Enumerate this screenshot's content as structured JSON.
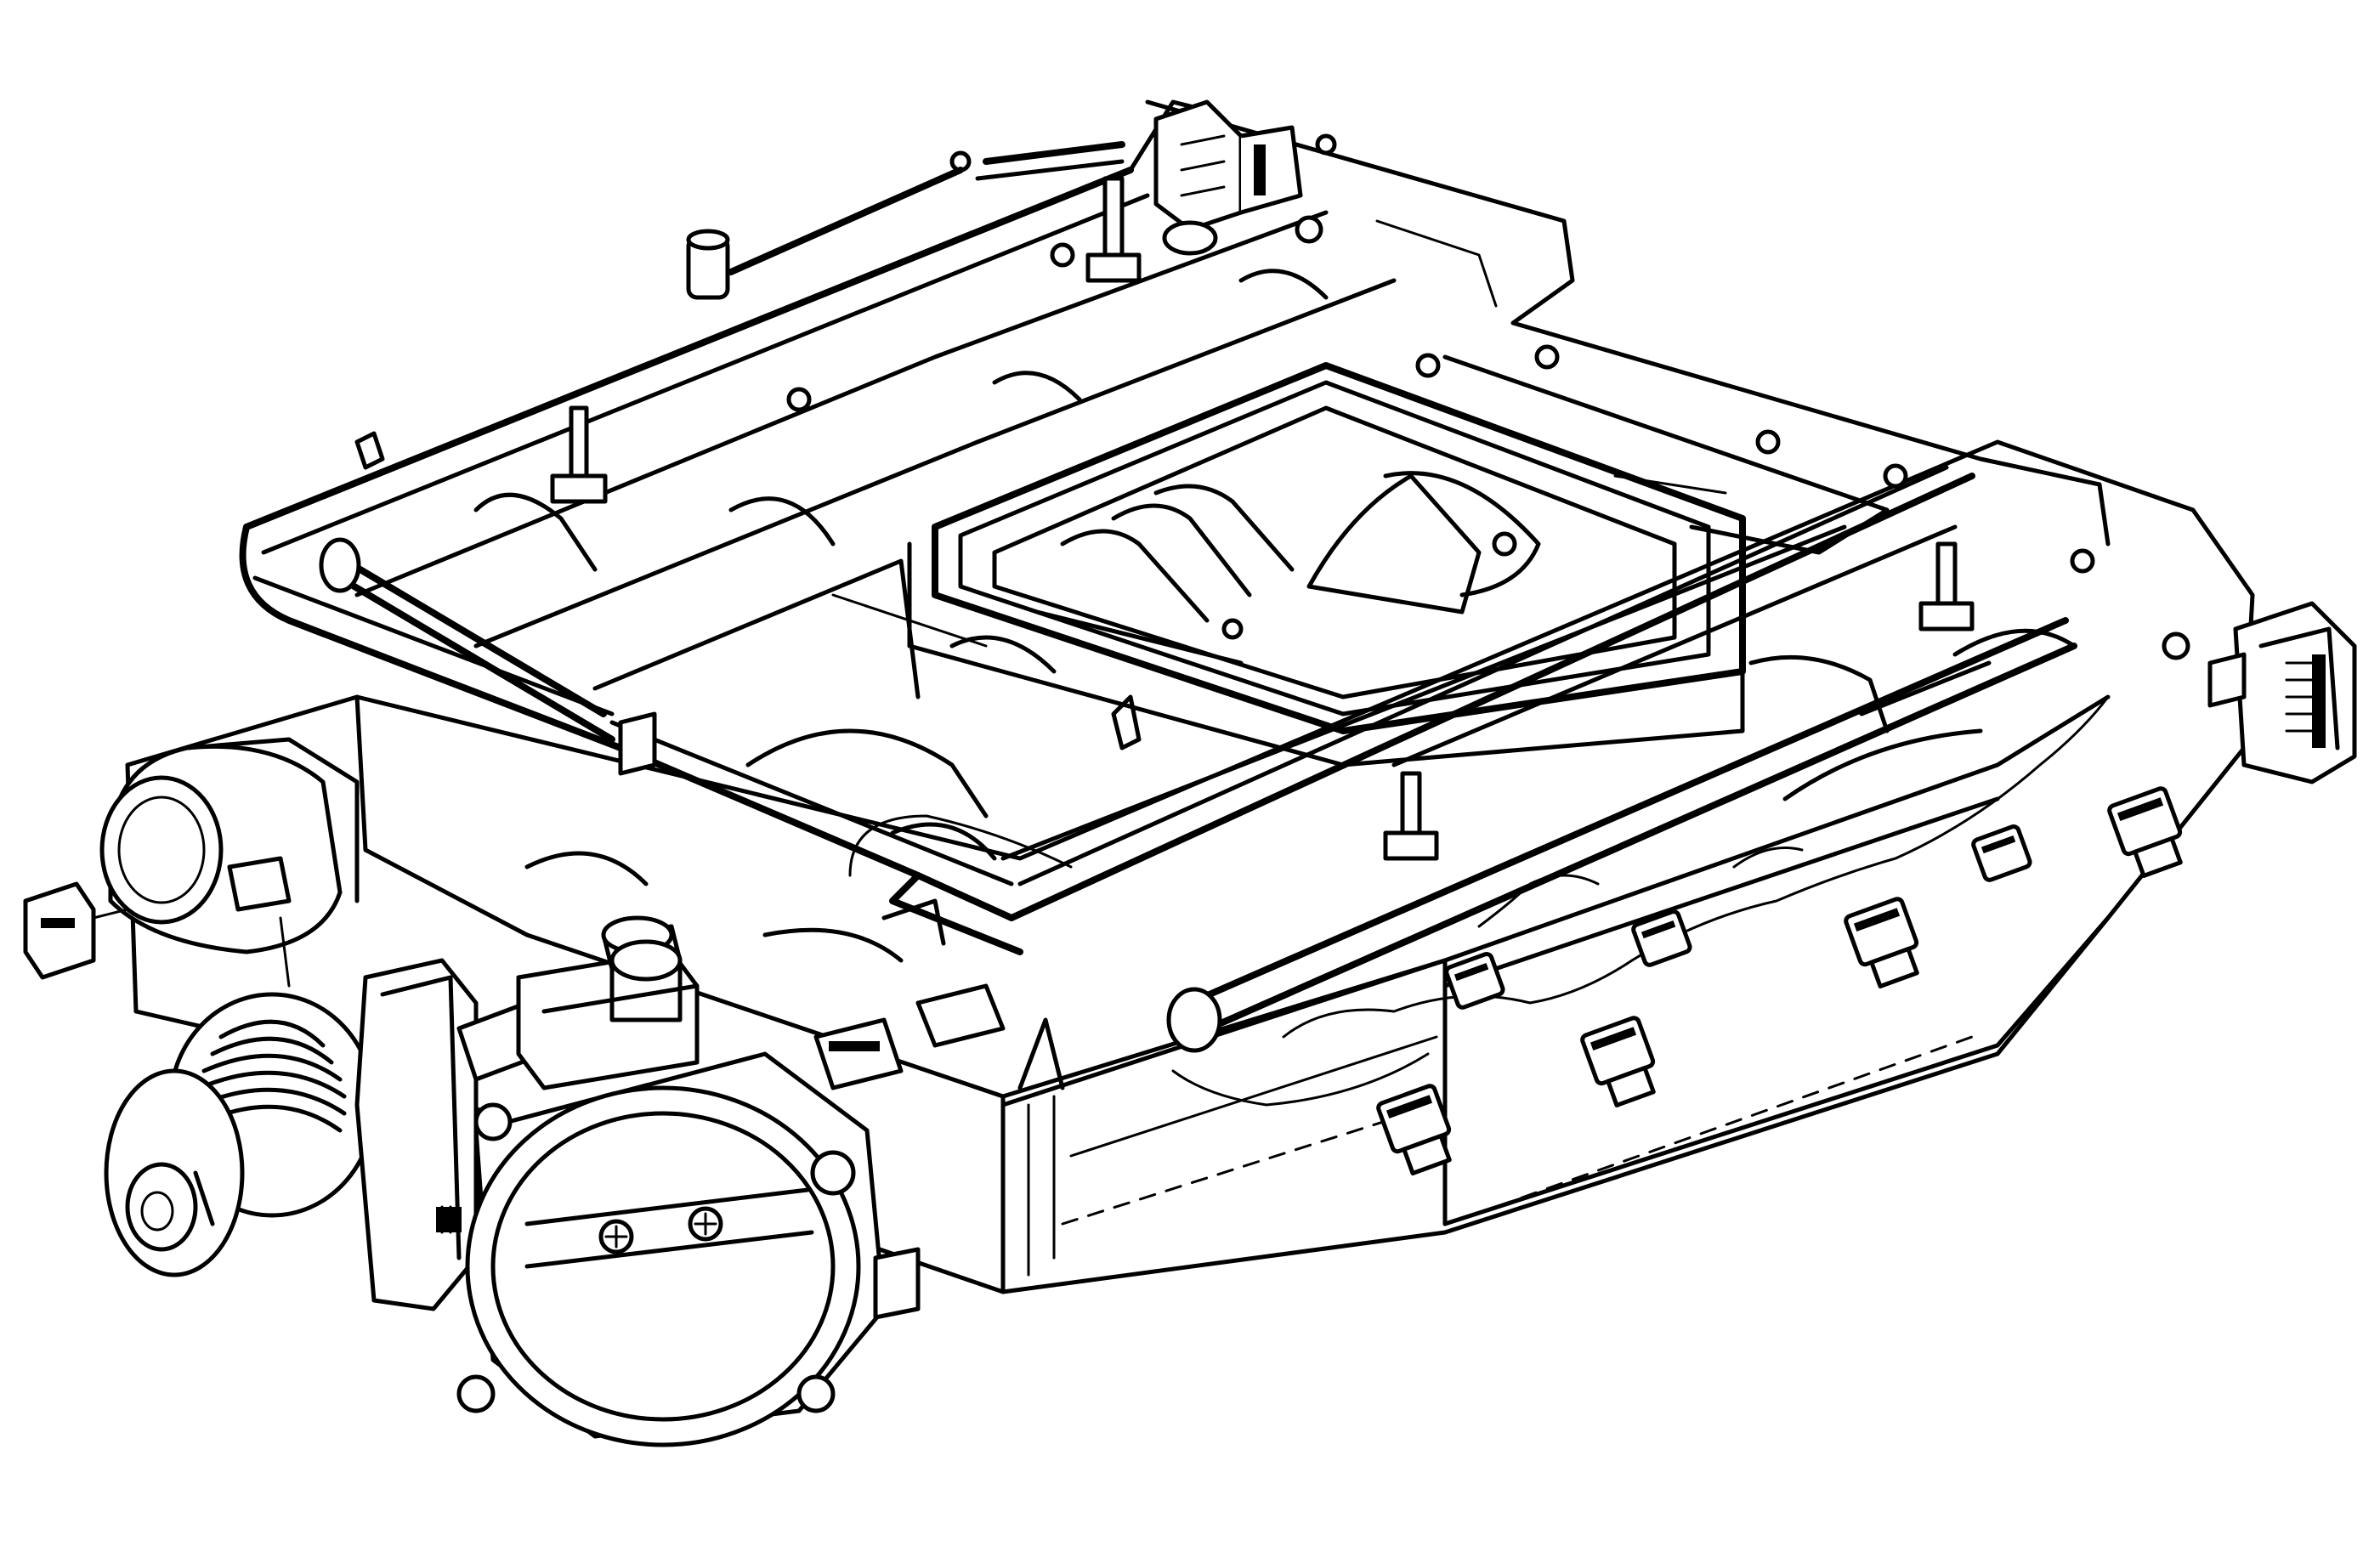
{
  "diagram": {
    "kind": "line-art",
    "colors": {
      "ink": "#000000",
      "paper": "#ffffff"
    },
    "components": [
      {
        "id": "supercharger-housing",
        "icon": "manifold-housing"
      },
      {
        "id": "top-frame",
        "icon": "frame"
      },
      {
        "id": "intercooler-opening",
        "icon": "rectangular-port"
      },
      {
        "id": "fuel-rail-left",
        "icon": "tube"
      },
      {
        "id": "fuel-rail-right",
        "icon": "tube"
      },
      {
        "id": "pulley",
        "icon": "grooved-pulley"
      },
      {
        "id": "throttle-body",
        "icon": "throttle-plate"
      },
      {
        "id": "bypass-actuator",
        "icon": "actuator-can"
      },
      {
        "id": "injector-connectors",
        "icon": "connector"
      },
      {
        "id": "harness-connector",
        "icon": "multi-pin-connector"
      },
      {
        "id": "vacuum-studs",
        "icon": "stud"
      }
    ]
  }
}
